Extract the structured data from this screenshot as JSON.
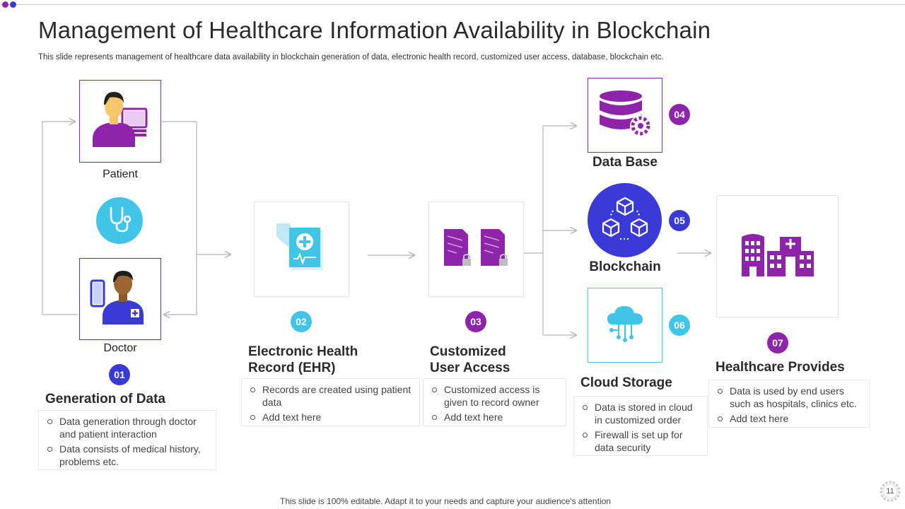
{
  "header": {
    "title": "Management of Healthcare Information Availability in Blockchain",
    "subtitle": "This slide represents management of healthcare data availability in blockchain generation of data, electronic health record, customized user access, database, blockchain etc."
  },
  "nodes": {
    "patient": {
      "label": "Patient",
      "icon": "patient-icon"
    },
    "stethoscope": {
      "icon": "stethoscope-icon"
    },
    "doctor": {
      "label": "Doctor",
      "icon": "doctor-icon"
    },
    "database": {
      "label": "Data Base",
      "icon": "database-gear-icon"
    },
    "blockchain": {
      "label": "Blockchain",
      "icon": "blockchain-cubes-icon"
    }
  },
  "steps": [
    {
      "number": "01",
      "heading": "Generation of Data",
      "bullets": [
        "Data generation through doctor and patient interaction",
        "Data consists of medical history, problems etc."
      ],
      "color": "#3a3ad6"
    },
    {
      "number": "02",
      "heading_line1": "Electronic Health",
      "heading_line2": "Record (EHR)",
      "bullets": [
        "Records are created using patient data",
        "Add text here"
      ],
      "icon": "health-record-icon",
      "color": "#40c4e8"
    },
    {
      "number": "03",
      "heading_line1": "Customized",
      "heading_line2": "User Access",
      "bullets": [
        "Customized access is given to record owner",
        "Add text here"
      ],
      "icon": "locked-documents-icon",
      "color": "#8e24aa"
    },
    {
      "number": "04",
      "color": "#8e24aa"
    },
    {
      "number": "05",
      "color": "#3a3ad6"
    },
    {
      "number": "06",
      "heading": "Cloud Storage",
      "bullets": [
        "Data is stored in cloud in customized order",
        "Firewall is set up for data security"
      ],
      "icon": "cloud-network-icon",
      "color": "#40c4e8"
    },
    {
      "number": "07",
      "heading": "Healthcare Provides",
      "bullets": [
        "Data is used by end users such as hospitals, clinics etc.",
        "Add text here"
      ],
      "icon": "hospital-icon",
      "color": "#8e24aa"
    }
  ],
  "colors": {
    "purple": "#8e24aa",
    "navy": "#3a3ad6",
    "cyan": "#40c4e8",
    "arrow": "#b5b5b5"
  },
  "footer": {
    "note": "This slide is 100% editable. Adapt it to your needs and capture your audience's attention",
    "page": "11"
  }
}
